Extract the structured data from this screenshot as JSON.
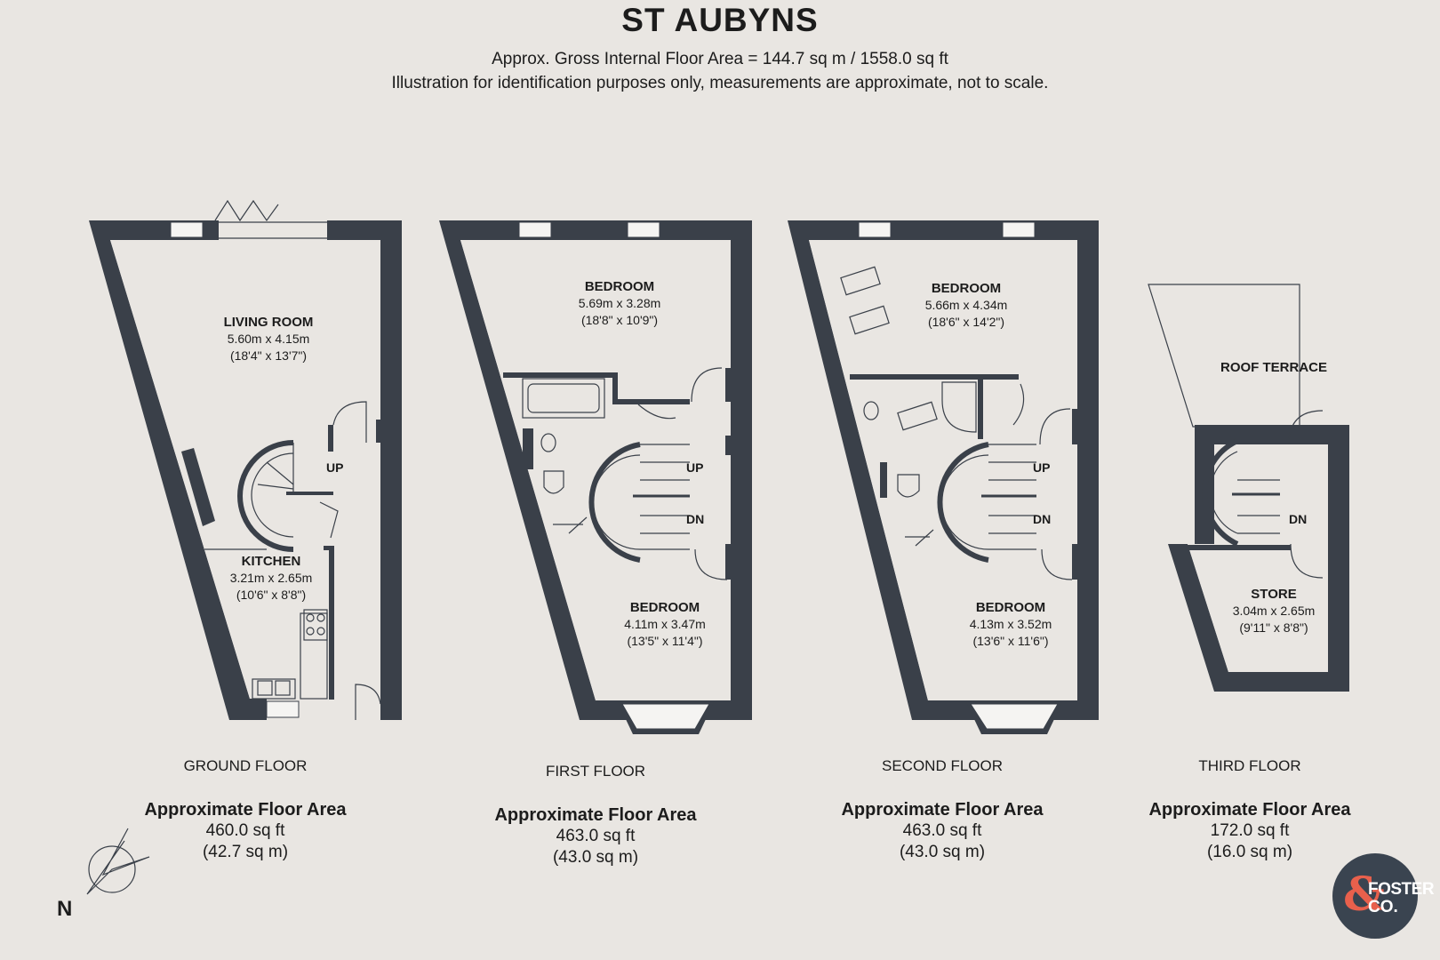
{
  "header": {
    "title": "ST AUBYNS",
    "area_line": "Approx. Gross Internal Floor Area = 144.7 sq m / 1558.0 sq ft",
    "disclaimer": "Illustration for identification purposes only, measurements are approximate, not to scale."
  },
  "rooms": {
    "living": {
      "name": "LIVING ROOM",
      "metric": "5.60m x 4.15m",
      "imperial": "(18'4\" x 13'7\")"
    },
    "kitchen": {
      "name": "KITCHEN",
      "metric": "3.21m x 2.65m",
      "imperial": "(10'6\" x 8'8\")"
    },
    "bed1_first": {
      "name": "BEDROOM",
      "metric": "5.69m x 3.28m",
      "imperial": "(18'8\" x 10'9\")"
    },
    "bed2_first": {
      "name": "BEDROOM",
      "metric": "4.11m x 3.47m",
      "imperial": "(13'5\" x 11'4\")"
    },
    "bed1_second": {
      "name": "BEDROOM",
      "metric": "5.66m x 4.34m",
      "imperial": "(18'6\" x 14'2\")"
    },
    "bed2_second": {
      "name": "BEDROOM",
      "metric": "4.13m x 3.52m",
      "imperial": "(13'6\" x 11'6\")"
    },
    "roof_terrace": {
      "name": "ROOF TERRACE"
    },
    "store": {
      "name": "STORE",
      "metric": "3.04m x 2.65m",
      "imperial": "(9'11\" x 8'8\")"
    }
  },
  "stairs": {
    "up": "UP",
    "down": "DN"
  },
  "floors": [
    {
      "name": "GROUND FLOOR",
      "area_title": "Approximate Floor Area",
      "sqft": "460.0 sq ft",
      "sqm": "(42.7 sq m)"
    },
    {
      "name": "FIRST FLOOR",
      "area_title": "Approximate Floor Area",
      "sqft": "463.0 sq ft",
      "sqm": "(43.0 sq m)"
    },
    {
      "name": "SECOND FLOOR",
      "area_title": "Approximate Floor Area",
      "sqft": "463.0 sq ft",
      "sqm": "(43.0 sq m)"
    },
    {
      "name": "THIRD FLOOR",
      "area_title": "Approximate Floor Area",
      "sqft": "172.0 sq ft",
      "sqm": "(16.0 sq m)"
    }
  ],
  "compass": {
    "label": "N",
    "icon": "compass-icon"
  },
  "logo": {
    "line1": "FOSTER",
    "line2": "CO.",
    "symbol": "&"
  },
  "colors": {
    "wall": "#3a4049",
    "background": "#e9e6e2",
    "logo_bg": "#3a4450",
    "logo_accent": "#e8604c"
  }
}
